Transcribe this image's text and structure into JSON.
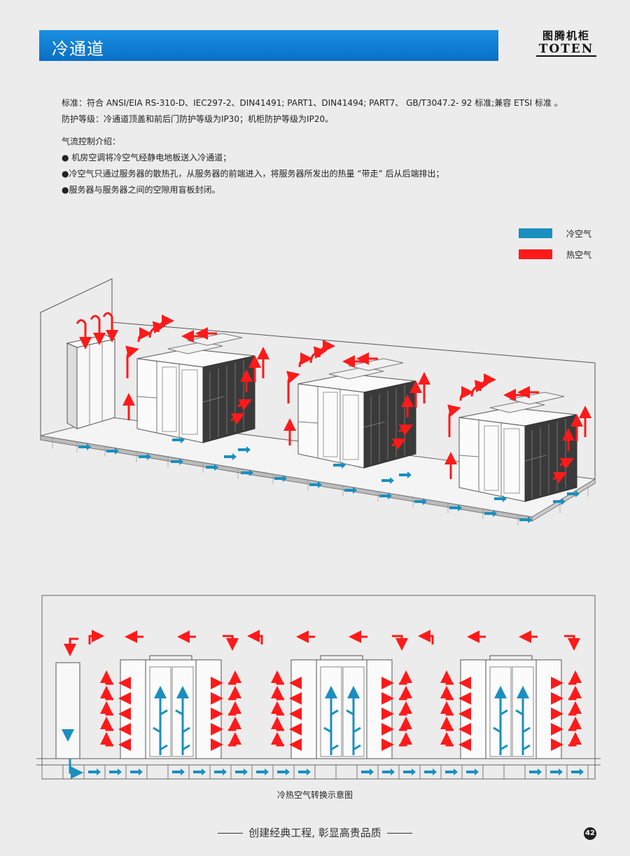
{
  "header": {
    "title": "冷通道"
  },
  "logo": {
    "cn": "图腾机柜",
    "en": "TOTEN"
  },
  "specs": {
    "standard": "标准：符合 ANSI/EIA RS-310-D、IEC297-2、DIN41491; PART1、DIN41494; PART7、 GB/T3047.2- 92 标准;兼容 ETSI 标准 。",
    "protection": "防护等级：冷通道顶盖和前后门防护等级为IP30；机柜防护等级为IP20。"
  },
  "airflow": {
    "heading": "气流控制介绍：",
    "items": [
      "● 机房空调将冷空气经静电地板送入冷通道；",
      "●冷空气只通过服务器的散热孔，从服务器的前端进入，将服务器所发出的热量 “带走” 后从后端排出；",
      "●服务器与服务器之间的空隙用盲板封闭。"
    ]
  },
  "legend": {
    "items": [
      {
        "label": "冷空气",
        "color": "#1a8fbf"
      },
      {
        "label": "热空气",
        "color": "#ff1a1a"
      }
    ]
  },
  "caption": "冷热空气转换示意图",
  "footer": {
    "slogan": "创建经典工程, 彰显高贵品质",
    "page_number": "42"
  },
  "colors": {
    "accent": "#0a6fc6",
    "cold": "#1a8fbf",
    "hot": "#ff1a1a"
  }
}
